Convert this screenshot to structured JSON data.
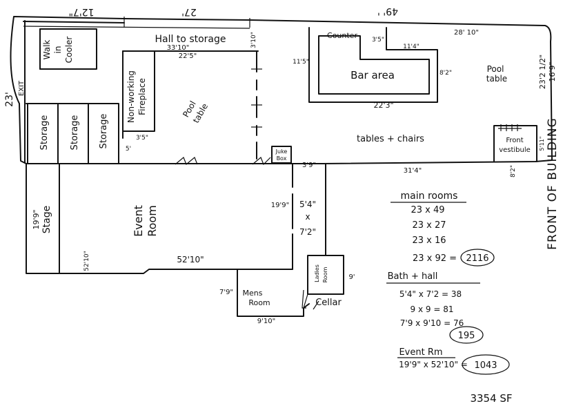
{
  "top_dims": [
    "12'7\"",
    "27'",
    "49' '"
  ],
  "rooms": {
    "walk_in_cooler": [
      "Walk",
      "in",
      "Cooler"
    ],
    "exit": "EXIT",
    "left_dim": "23'",
    "storage": [
      "Storage",
      "Storage",
      "Storage"
    ],
    "hall": "Hall to storage",
    "hall_dims": [
      "33'10\"",
      "22'5\"",
      "3'10\""
    ],
    "fireplace": [
      "Non-working",
      "Fireplace"
    ],
    "pool_table_left": [
      "Pool",
      "table"
    ],
    "three_five": "3'5\"",
    "five_ft": "5'",
    "counter": "Counter",
    "counter_dims": [
      "3'5\"",
      "11'4\"",
      "11'5\"",
      "8'2\""
    ],
    "bar_area": "Bar area",
    "bar_width": "22'3\"",
    "top_right_dim": "28' 10\"",
    "pool_table_right": [
      "Pool",
      "table"
    ],
    "right_dims": [
      "23'2 1/2\"",
      "16'9\""
    ],
    "tables_chairs": "tables + chairs",
    "front_vestibule": [
      "Front",
      "vestibule"
    ],
    "vest_dims": [
      "5'11\"",
      "8'2\""
    ],
    "front_of_building": "FRONT OF BUILDING",
    "juke_box": [
      "Juke",
      "Box"
    ],
    "three_nine": "3'9\"",
    "thirtyone_four": "31'4\"",
    "stage": [
      "19'9\"",
      "Stage"
    ],
    "event_room": [
      "Event",
      "Room"
    ],
    "event_dims": [
      "52'10\"",
      "52'10\"",
      "19'9\""
    ],
    "small_room_dims": [
      "5'4\"",
      "x",
      "7'2\""
    ],
    "mens_room": [
      "Mens",
      "Room"
    ],
    "mens_dims": [
      "7'9\"",
      "9'10\""
    ],
    "ladies_room": [
      "Ladies",
      "Room"
    ],
    "ladies_dim": "9'",
    "cellar": "Cellar"
  },
  "calc": {
    "main_title": "main rooms",
    "main_lines": [
      "23 x 49",
      "23 x 27",
      "23 x 16"
    ],
    "main_total_expr": "23 x 92 =",
    "main_total": "2116",
    "bath_title": "Bath + hall",
    "bath_lines": [
      "5'4\" x 7'2 = 38",
      "9 x 9 = 81",
      "7'9 x 9'10 = 76"
    ],
    "bath_total": "195",
    "event_title": "Event Rm",
    "event_expr": "19'9\" x 52'10\" =",
    "event_total": "1043",
    "grand_total": "3354 SF"
  }
}
